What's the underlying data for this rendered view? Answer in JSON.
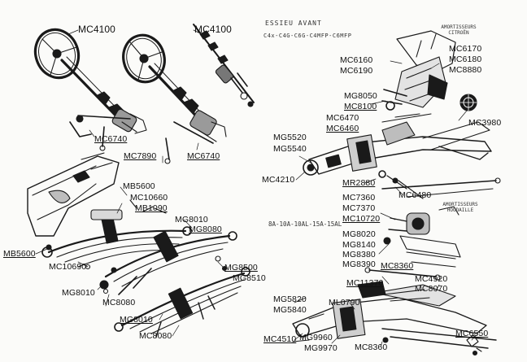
{
  "header": {
    "title": "ESSIEU AVANT",
    "models": "C4x-C4G-C6G-C4MFP-C6MFP"
  },
  "notes": {
    "citroen_dampers": "AMORTISSEURS CITROËN",
    "houdaille_dampers": "AMORTISSEURS HOUDAILLE",
    "fiscal_models": "8A-10A-10AL-15A-15AL"
  },
  "part_labels": {
    "mc4100_a": "MC4100",
    "mc4100_b": "MC4100",
    "mc6740_a": "MC6740",
    "mc7890": "MC7890",
    "mc6740_b": "MC6740",
    "mc6160": "MC6160",
    "mc6190": "MC6190",
    "mc6170": "MC6170",
    "mc6180": "MC6180",
    "mc8880": "MC8880",
    "mg8050": "MG8050",
    "mc8100": "MC8100",
    "mc6470": "MC6470",
    "mc6460": "MC6460",
    "mc3980": "MC3980",
    "mg5520": "MG5520",
    "mg5540": "MG5540",
    "mc4210": "MC4210",
    "mr2880": "MR2880",
    "mc6480": "MC6480",
    "mc7360": "MC7360",
    "mc7370": "MC7370",
    "mc10720": "MC10720",
    "mg8020": "MG8020",
    "mg8140": "MG8140",
    "mg8380": "MG8380",
    "mg8390": "MG8390",
    "mc8360_a": "MC8360",
    "mb5600_a": "MB5600",
    "mc10660": "MC10660",
    "mb1090": "MB1090",
    "mg8010_a": "MG8010",
    "mg8080": "MG8080",
    "mb5600_b": "MB5600",
    "mc10690": "MC10690",
    "mg8500": "MG8500",
    "mg8510": "MG8510",
    "mg8010_b": "MG8010",
    "mc8080_a": "MC8080",
    "mg8010_c": "MG8010",
    "mc8080_b": "MC8080",
    "mc11370": "MC11370",
    "mc4920": "MC4920",
    "mc8070": "MC8070",
    "mg5820": "MG5820",
    "mg5840": "MG5840",
    "ml0790": "ML0790",
    "mc4510": "MC4510",
    "mg9960": "MG9960",
    "mg9970": "MG9970",
    "mc8360_b": "MC8360",
    "mc6550": "MC6550"
  }
}
